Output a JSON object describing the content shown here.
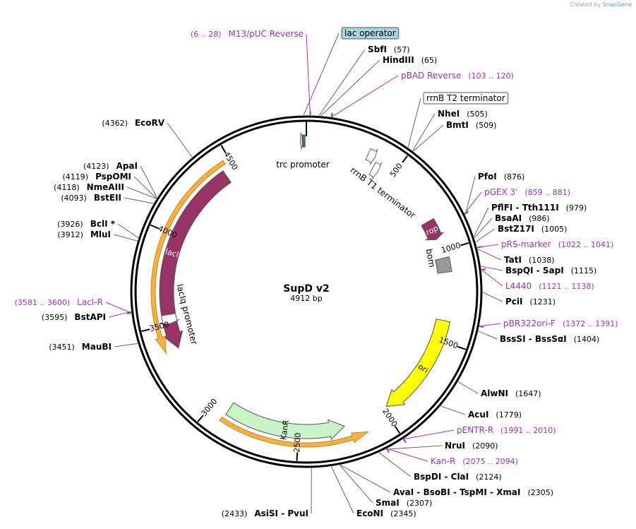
{
  "creator": {
    "prefix": "Created by",
    "brand": "SnapGene"
  },
  "plasmid": {
    "name": "SupD v2",
    "length_label": "4912 bp",
    "length": 4912
  },
  "ticks": [
    {
      "bp": 500,
      "label": "500"
    },
    {
      "bp": 1000,
      "label": "1000"
    },
    {
      "bp": 1500,
      "label": "1500"
    },
    {
      "bp": 2000,
      "label": "2000"
    },
    {
      "bp": 2500,
      "label": "2500"
    },
    {
      "bp": 3000,
      "label": "3000"
    },
    {
      "bp": 3500,
      "label": "3500"
    },
    {
      "bp": 4000,
      "label": "4000"
    },
    {
      "bp": 4500,
      "label": "4500"
    }
  ],
  "features": [
    {
      "name": "lacI",
      "start": 3360,
      "end": 4440,
      "dir": "ccw",
      "color": "#993366",
      "type": "arrow",
      "ring": "inner",
      "label": "lacI"
    },
    {
      "name": "lacI-orf",
      "start": 3360,
      "end": 4470,
      "dir": "ccw",
      "color": "#f5b041",
      "type": "orf",
      "ring": "outer"
    },
    {
      "name": "KanR",
      "start": 2240,
      "end": 2910,
      "dir": "ccw",
      "color": "#c8f5c8",
      "type": "arrow",
      "ring": "inner",
      "label": "KanR"
    },
    {
      "name": "KanR-orf",
      "start": 2130,
      "end": 2920,
      "dir": "ccw",
      "color": "#f5b041",
      "type": "orf",
      "ring": "outer"
    },
    {
      "name": "ori",
      "start": 1390,
      "end": 1980,
      "dir": "cw",
      "color": "#ffff00",
      "type": "arrow",
      "ring": "inner",
      "label": "ori"
    },
    {
      "name": "rop",
      "start": 820,
      "end": 930,
      "dir": "cw",
      "color": "#993366",
      "type": "arrow",
      "ring": "inner",
      "label": "rop"
    },
    {
      "name": "bom",
      "start": 1040,
      "end": 1120,
      "dir": "none",
      "color": "#999999",
      "type": "box",
      "ring": "inner"
    },
    {
      "name": "rrnB T1 terminator",
      "start": 330,
      "end": 370,
      "dir": "cw",
      "color": "#ffffff",
      "type": "arrow",
      "ring": "mid"
    },
    {
      "name": "rrnB T1 terminator 2",
      "start": 385,
      "end": 420,
      "dir": "cw",
      "color": "#ffffff",
      "type": "arrow",
      "ring": "inner"
    },
    {
      "name": "trc promoter",
      "start": 4905,
      "end": 4880,
      "dir": "ccw",
      "color": "#ffffff",
      "type": "arrow",
      "ring": "mid"
    },
    {
      "name": "lac operator mark",
      "start": 4890,
      "end": 4905,
      "dir": "none",
      "color": "#2b7a8c",
      "type": "box",
      "ring": "mid"
    },
    {
      "name": "lacIq promoter",
      "start": 3505,
      "end": 3555,
      "dir": "ccw",
      "color": "#ffffff",
      "type": "arrow",
      "ring": "inner"
    }
  ],
  "feature_labels": {
    "trc": "trc promoter",
    "rrnB": "rrnB T1 terminator",
    "lacIq": "lacIq promoter",
    "bom": "bom"
  },
  "sites": [
    {
      "name": "SbfI",
      "pos": "(57)",
      "bp": 57
    },
    {
      "name": "HindIII",
      "pos": "(65)",
      "bp": 65
    },
    {
      "name": "NheI",
      "pos": "(505)",
      "bp": 505
    },
    {
      "name": "BmtI",
      "pos": "(509)",
      "bp": 509
    },
    {
      "name": "PfoI",
      "pos": "(876)",
      "bp": 876
    },
    {
      "name": "PflFI - Tth111I",
      "pos": "(979)",
      "bp": 979
    },
    {
      "name": "BsaAI",
      "pos": "(986)",
      "bp": 986
    },
    {
      "name": "BstZ17I",
      "pos": "(1005)",
      "bp": 1005
    },
    {
      "name": "TatI",
      "pos": "(1038)",
      "bp": 1038
    },
    {
      "name": "BspQI - SapI",
      "pos": "(1115)",
      "bp": 1115
    },
    {
      "name": "PciI",
      "pos": "(1231)",
      "bp": 1231
    },
    {
      "name": "BssSI - BssSαI",
      "pos": "(1404)",
      "bp": 1404
    },
    {
      "name": "AlwNI",
      "pos": "(1647)",
      "bp": 1647
    },
    {
      "name": "AcuI",
      "pos": "(1779)",
      "bp": 1779
    },
    {
      "name": "NruI",
      "pos": "(2090)",
      "bp": 2090
    },
    {
      "name": "BspDI - ClaI",
      "pos": "(2124)",
      "bp": 2124
    },
    {
      "name": "AvaI - BsoBI - TspMI - XmaI",
      "pos": "(2305)",
      "bp": 2305
    },
    {
      "name": "SmaI",
      "pos": "(2307)",
      "bp": 2307
    },
    {
      "name": "EcoNI",
      "pos": "(2345)",
      "bp": 2345
    },
    {
      "name": "AsiSI - PvuI",
      "pos": "(2433)",
      "bp": 2433
    },
    {
      "name": "MauBI",
      "pos": "(3451)",
      "bp": 3451
    },
    {
      "name": "BstAPI",
      "pos": "(3595)",
      "bp": 3595
    },
    {
      "name": "MluI",
      "pos": "(3912)",
      "bp": 3912
    },
    {
      "name": "BclI *",
      "pos": "(3926)",
      "bp": 3926
    },
    {
      "name": "BstEII",
      "pos": "(4093)",
      "bp": 4093
    },
    {
      "name": "NmeAIII",
      "pos": "(4118)",
      "bp": 4118
    },
    {
      "name": "PspOMI",
      "pos": "(4119)",
      "bp": 4119
    },
    {
      "name": "ApaI",
      "pos": "(4123)",
      "bp": 4123
    },
    {
      "name": "EcoRV",
      "pos": "(4362)",
      "bp": 4362
    }
  ],
  "primers": [
    {
      "name": "M13/pUC Reverse",
      "pos": "(6 .. 28)",
      "bp": 17
    },
    {
      "name": "pBAD Reverse",
      "pos": "(103 .. 120)",
      "bp": 112
    },
    {
      "name": "pGEX 3'",
      "pos": "(859 .. 881)",
      "bp": 870
    },
    {
      "name": "pRS-marker",
      "pos": "(1022 .. 1041)",
      "bp": 1031
    },
    {
      "name": "L4440",
      "pos": "(1121 .. 1138)",
      "bp": 1130
    },
    {
      "name": "pBR322ori-F",
      "pos": "(1372 .. 1391)",
      "bp": 1382
    },
    {
      "name": "pENTR-R",
      "pos": "(1991 .. 2010)",
      "bp": 2000
    },
    {
      "name": "Kan-R",
      "pos": "(2075 .. 2094)",
      "bp": 2085
    },
    {
      "name": "LacI-R",
      "pos": "(3581 .. 3600)",
      "bp": 3590
    }
  ],
  "boxed": [
    {
      "name": "lac operator",
      "bp": 4900,
      "fill": "#a8d4e0"
    },
    {
      "name": "rrnB T2 terminator",
      "bp": 480,
      "fill": "#ffffff"
    }
  ]
}
